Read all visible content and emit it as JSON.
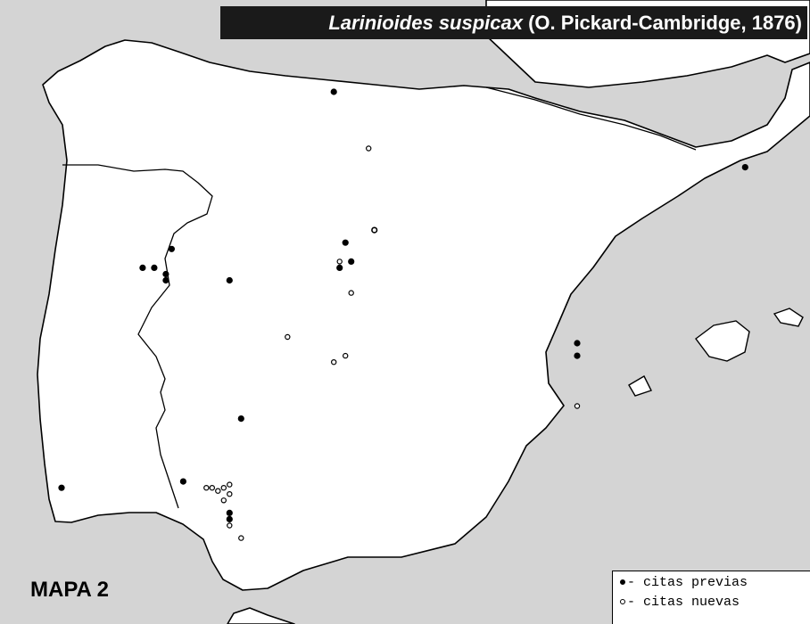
{
  "title": {
    "species": "Larinioides suspicax",
    "author": "(O. Pickard-Cambridge, 1876)"
  },
  "map_label": "MAPA 2",
  "legend": {
    "previous": "- citas previas",
    "new": "- citas nuevas"
  },
  "colors": {
    "sea": "#d4d4d4",
    "land": "#ffffff",
    "marker": "#000000"
  },
  "records": {
    "previous": [
      {
        "lon": -4.2,
        "lat": 43.2
      },
      {
        "lon": 2.9,
        "lat": 42.0
      },
      {
        "lon": -7.0,
        "lat": 40.7
      },
      {
        "lon": -7.3,
        "lat": 40.4
      },
      {
        "lon": -7.5,
        "lat": 40.4
      },
      {
        "lon": -7.1,
        "lat": 40.3
      },
      {
        "lon": -7.1,
        "lat": 40.2
      },
      {
        "lon": -6.0,
        "lat": 40.2
      },
      {
        "lon": -3.9,
        "lat": 40.5
      },
      {
        "lon": -4.1,
        "lat": 40.4
      },
      {
        "lon": -3.5,
        "lat": 41.0
      },
      {
        "lon": -4.0,
        "lat": 40.8
      },
      {
        "lon": 0.0,
        "lat": 39.2
      },
      {
        "lon": 0.0,
        "lat": 39.0
      },
      {
        "lon": -5.8,
        "lat": 38.0
      },
      {
        "lon": -6.8,
        "lat": 37.0
      },
      {
        "lon": -8.9,
        "lat": 36.9
      },
      {
        "lon": -6.0,
        "lat": 36.5
      },
      {
        "lon": -6.0,
        "lat": 36.4
      }
    ],
    "new": [
      {
        "lon": -3.6,
        "lat": 42.3
      },
      {
        "lon": -3.5,
        "lat": 41.0
      },
      {
        "lon": -4.1,
        "lat": 40.5
      },
      {
        "lon": -3.9,
        "lat": 40.0
      },
      {
        "lon": -5.0,
        "lat": 39.3
      },
      {
        "lon": -4.0,
        "lat": 39.0
      },
      {
        "lon": -4.2,
        "lat": 38.9
      },
      {
        "lon": 0.0,
        "lat": 38.2
      },
      {
        "lon": -6.4,
        "lat": 36.9
      },
      {
        "lon": -6.3,
        "lat": 36.9
      },
      {
        "lon": -6.2,
        "lat": 36.85
      },
      {
        "lon": -6.1,
        "lat": 36.9
      },
      {
        "lon": -6.0,
        "lat": 36.95
      },
      {
        "lon": -6.0,
        "lat": 36.8
      },
      {
        "lon": -6.1,
        "lat": 36.7
      },
      {
        "lon": -6.0,
        "lat": 36.3
      },
      {
        "lon": -5.8,
        "lat": 36.1
      }
    ]
  }
}
